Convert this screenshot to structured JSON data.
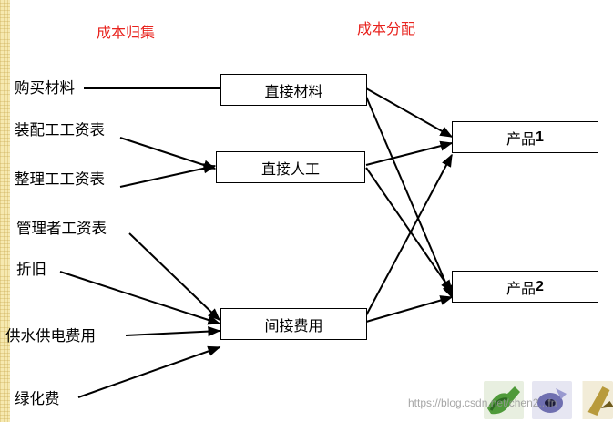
{
  "headings": {
    "collection": "成本归集",
    "allocation": "成本分配"
  },
  "sources": [
    "购买材料",
    "装配工工资表",
    "整理工工资表",
    "管理者工资表",
    "折旧",
    "供水供电费用",
    "绿化费"
  ],
  "categories": {
    "direct_material": "直接材料",
    "direct_labor": "直接人工",
    "indirect_cost": "间接费用"
  },
  "products": [
    {
      "label": "产品",
      "num": "1"
    },
    {
      "label": "产品",
      "num": "2"
    }
  ],
  "watermark": "https://blog.csdn.net/chen2...fn",
  "nav_icons": [
    "nav-icon-green",
    "nav-icon-blue",
    "nav-icon-gold"
  ]
}
